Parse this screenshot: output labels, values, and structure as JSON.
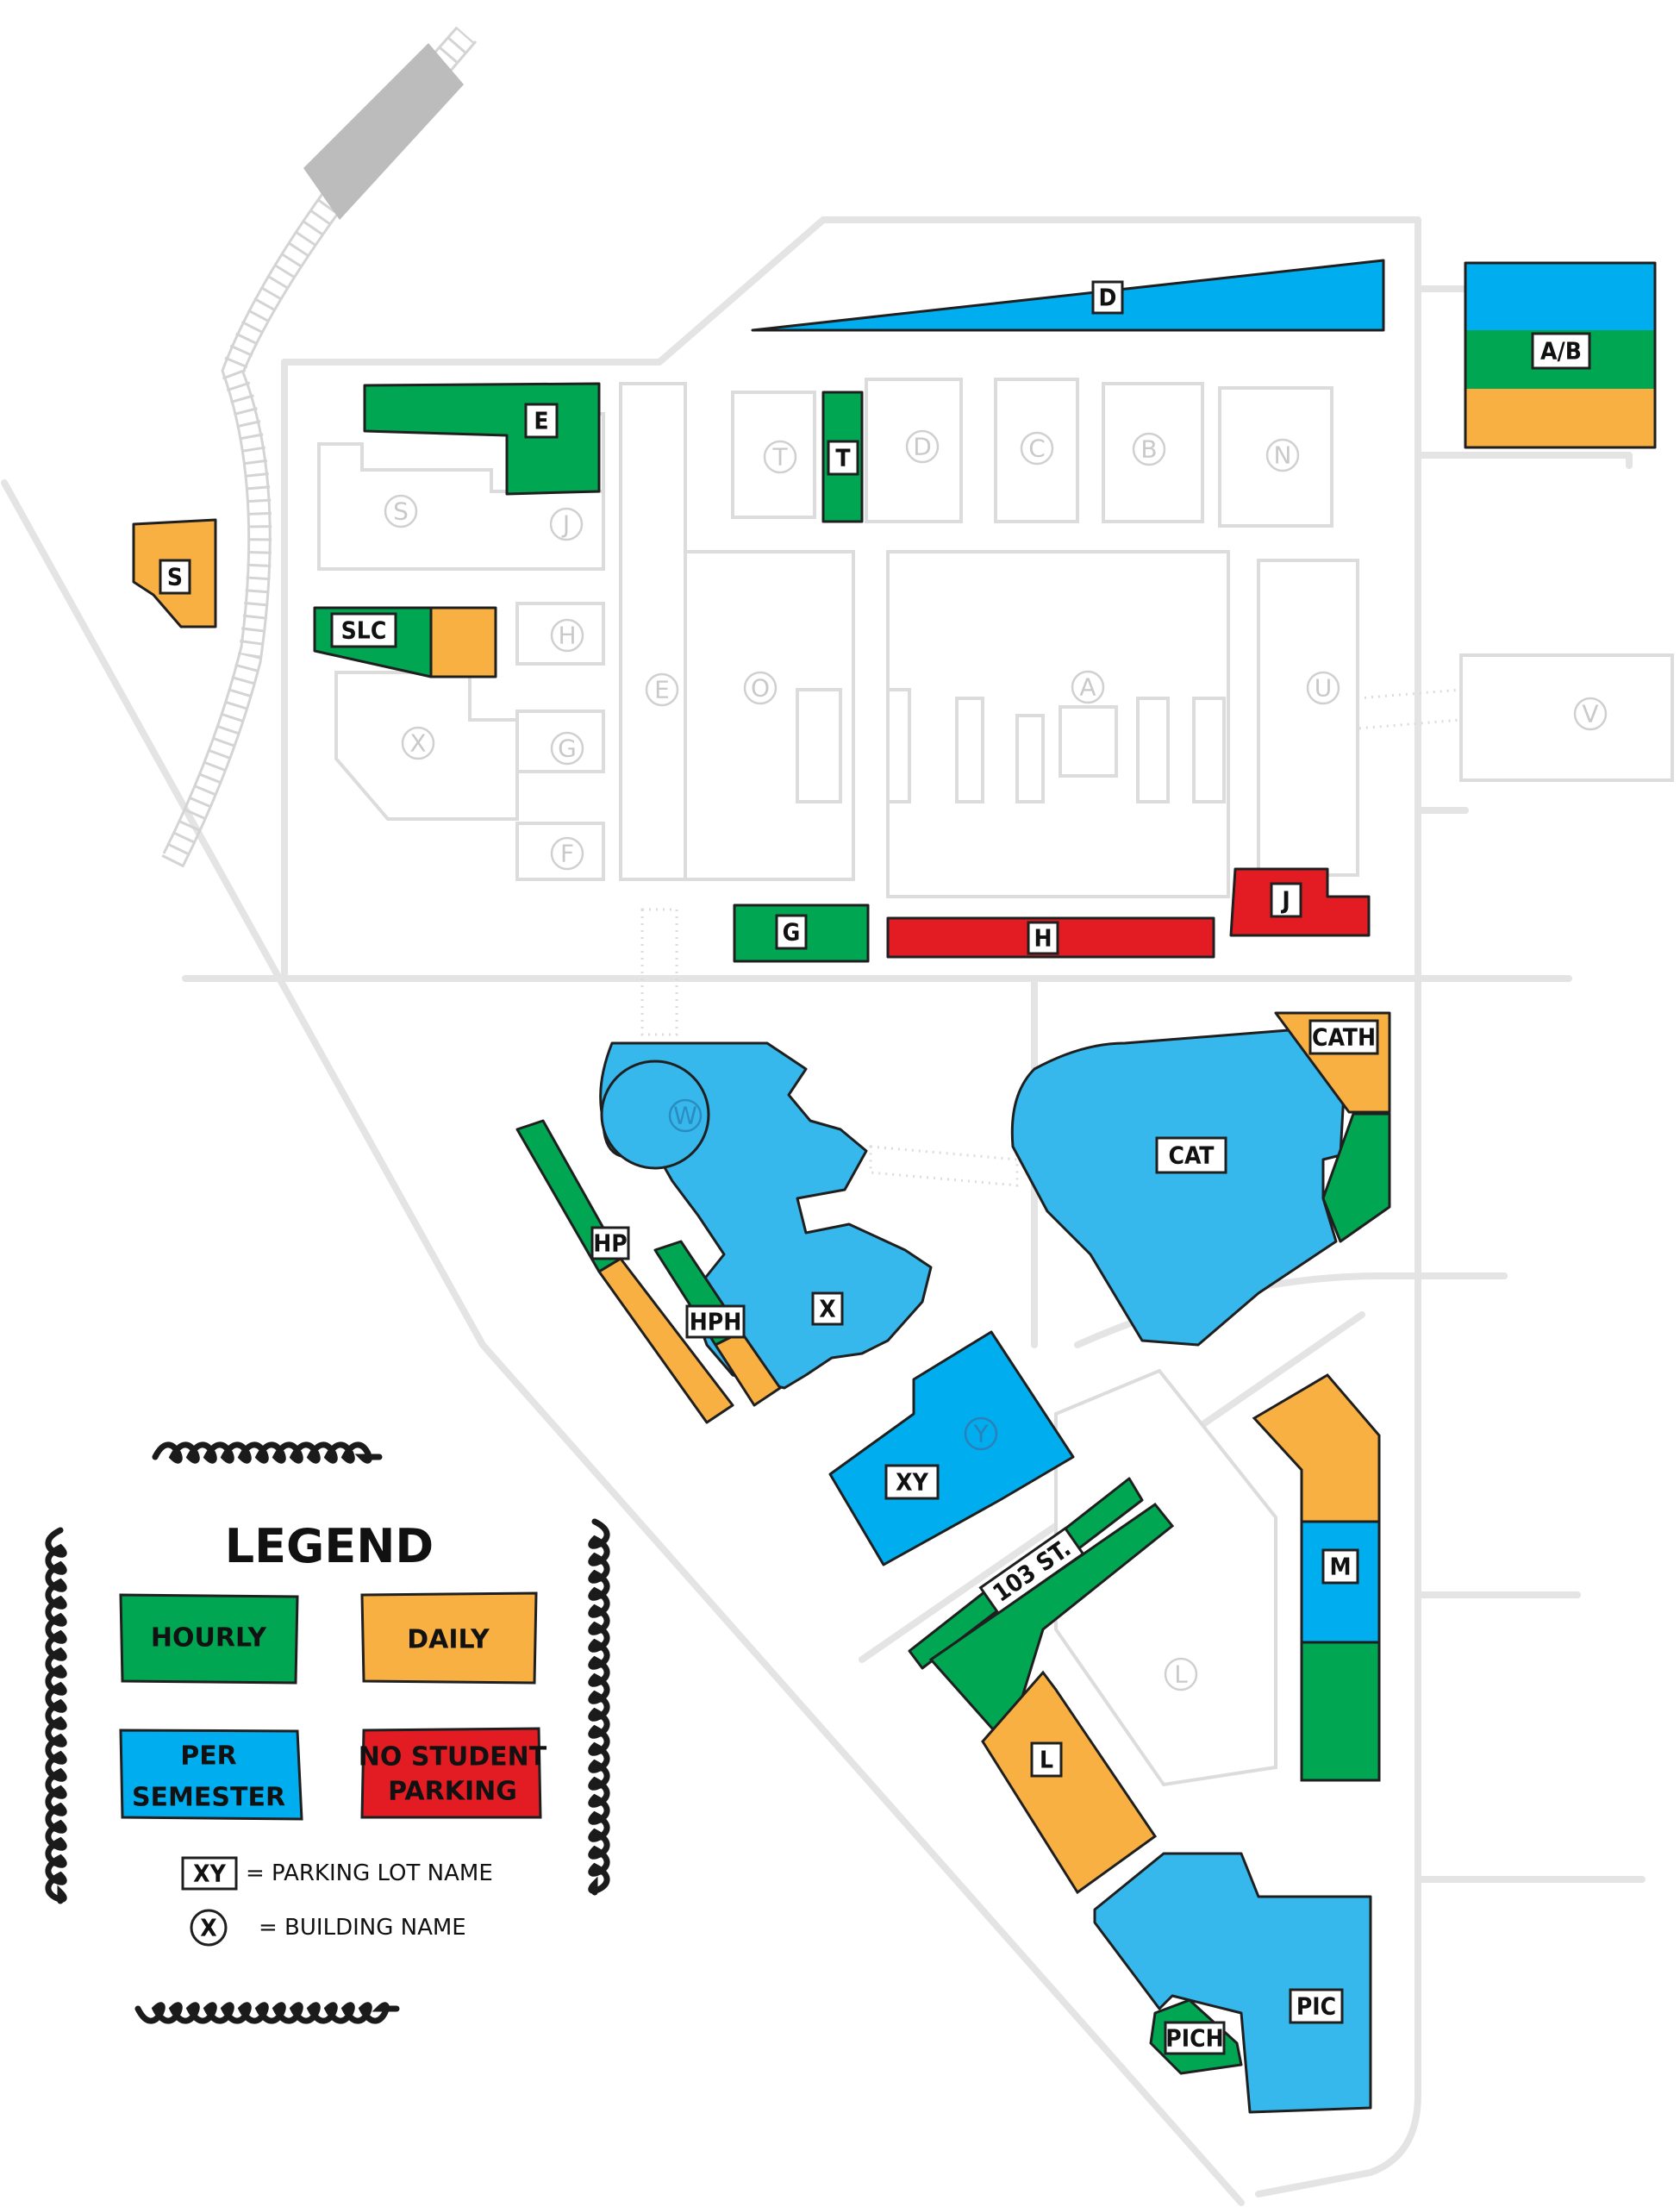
{
  "colors": {
    "hourly": "#00a651",
    "daily": "#f9b043",
    "per_semester": "#00aeef",
    "per_semester_light": "#36b8ec",
    "no_student_parking": "#e31c23",
    "railroad_building": "#bcbcbc",
    "road": "#e4e4e4"
  },
  "parking_lots": {
    "D": "D",
    "AB": "A/B",
    "E": "E",
    "T": "T",
    "S": "S",
    "SLC": "SLC",
    "G": "G",
    "H": "H",
    "J": "J",
    "CATH": "CATH",
    "CAT": "CAT",
    "HP": "HP",
    "HPH": "HPH",
    "X": "X",
    "XY": "XY",
    "M": "M",
    "L": "L",
    "PIC": "PIC",
    "PICH": "PICH"
  },
  "buildings": {
    "T": "T",
    "D": "D",
    "C": "C",
    "B": "B",
    "N": "N",
    "S": "S",
    "J": "J",
    "H": "H",
    "E": "E",
    "O": "O",
    "A": "A",
    "U": "U",
    "V": "V",
    "X": "X",
    "G": "G",
    "F": "F",
    "W": "W",
    "Y": "Y",
    "L": "L"
  },
  "street_label": "103 ST.",
  "legend": {
    "title": "LEGEND",
    "hourly": "HOURLY",
    "daily": "DAILY",
    "per_semester_line1": "PER",
    "per_semester_line2": "SEMESTER",
    "no_student_line1": "NO STUDENT",
    "no_student_line2": "PARKING",
    "lot_key_sample": "XY",
    "lot_key_text": "= PARKING LOT NAME",
    "building_key_sample": "X",
    "building_key_text": "= BUILDING NAME"
  }
}
